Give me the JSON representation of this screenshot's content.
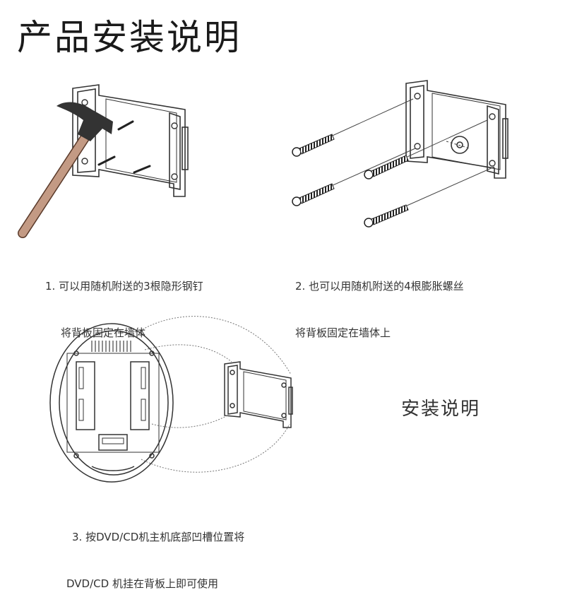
{
  "title": "产品安装说明",
  "steps": [
    {
      "line1": "1. 可以用随机附送的3根隐形钢钉",
      "line2": "将背板固定在墙体"
    },
    {
      "line1": "2. 也可以用随机附送的4根膨胀螺丝",
      "line2": "将背板固定在墙体上"
    },
    {
      "line1": "3. 按DVD/CD机主机底部凹槽位置将",
      "line2": "DVD/CD 机挂在背板上即可使用"
    }
  ],
  "subtitle": "安装说明",
  "colors": {
    "hammer_handle": "#c39a84",
    "hammer_head": "#333333",
    "line": "#333333"
  }
}
